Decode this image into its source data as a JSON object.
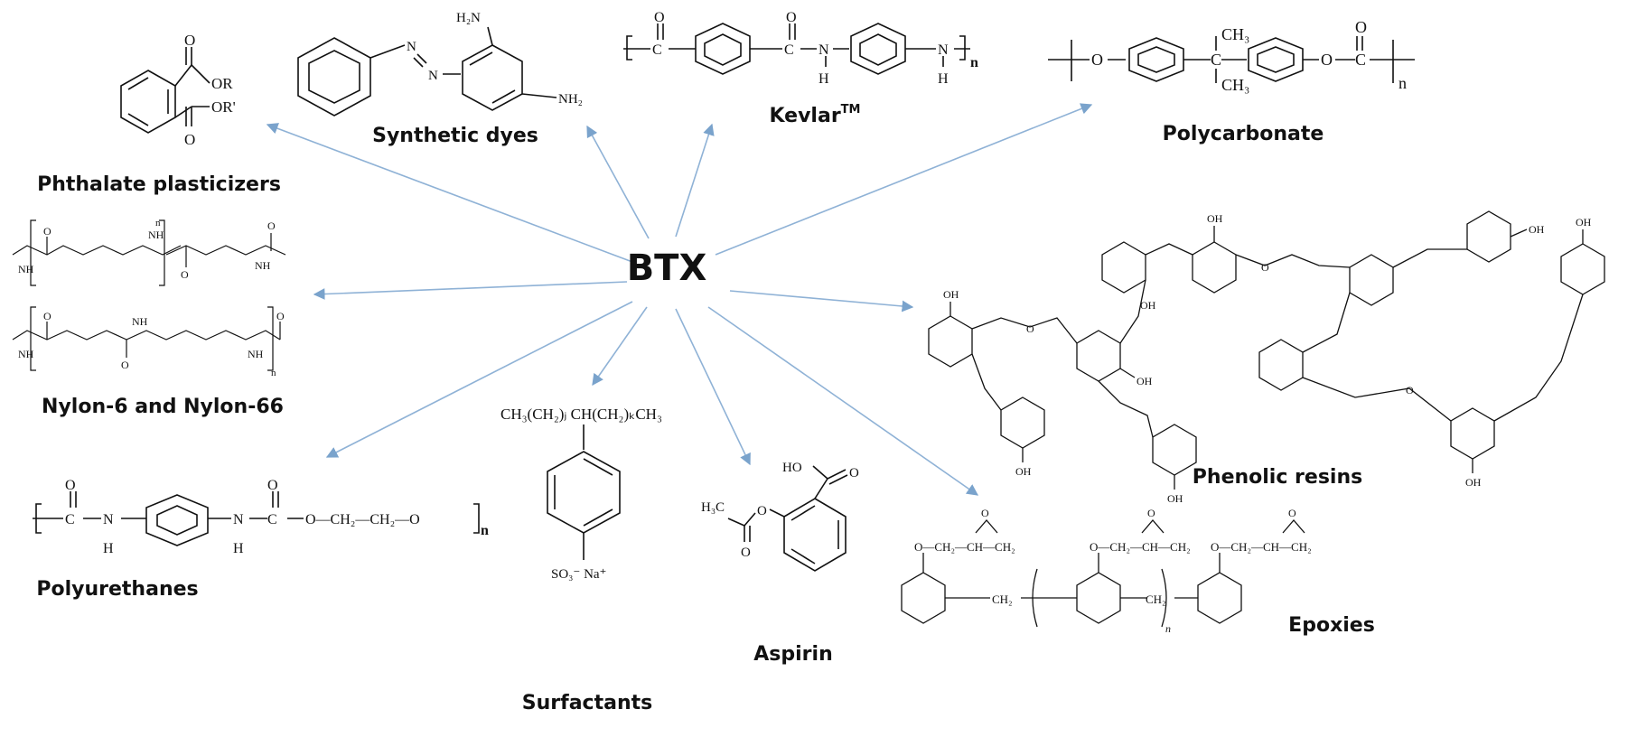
{
  "center": {
    "label": "BTX"
  },
  "products": [
    {
      "id": "phthalate",
      "label": "Phthalate plasticizers"
    },
    {
      "id": "dyes",
      "label": "Synthetic dyes"
    },
    {
      "id": "kevlar",
      "label": "Kevlar",
      "tm": "TM"
    },
    {
      "id": "polycarbonate",
      "label": "Polycarbonate"
    },
    {
      "id": "nylon",
      "label": "Nylon-6 and Nylon-66"
    },
    {
      "id": "phenolic",
      "label": "Phenolic resins"
    },
    {
      "id": "polyurethanes",
      "label": "Polyurethanes"
    },
    {
      "id": "surfactants",
      "label": "Surfactants"
    },
    {
      "id": "aspirin",
      "label": "Aspirin"
    },
    {
      "id": "epoxies",
      "label": "Epoxies"
    }
  ],
  "formulas": {
    "or": "OR",
    "or2": "OR'",
    "h2n": "H₂N",
    "nh2": "NH₂",
    "o": "O",
    "n": "N",
    "h": "H",
    "nh": "NH",
    "oh": "OH",
    "ho": "HO",
    "rep": "n",
    "ch3": "CH₃",
    "c": "C",
    "surf": "CH₃(CH₂)ⱼ CH(CH₂)ₖCH₃",
    "so3": "SO₃⁻ Na⁺",
    "h3c": "H₃C",
    "pu_chain": "O—CH₂—CH₂—O",
    "ep_unit": "O—CH₂—CH—CH₂",
    "ch2": "CH₂"
  },
  "colors": {
    "arrow": "#8fb2d6",
    "ink": "#111111"
  }
}
